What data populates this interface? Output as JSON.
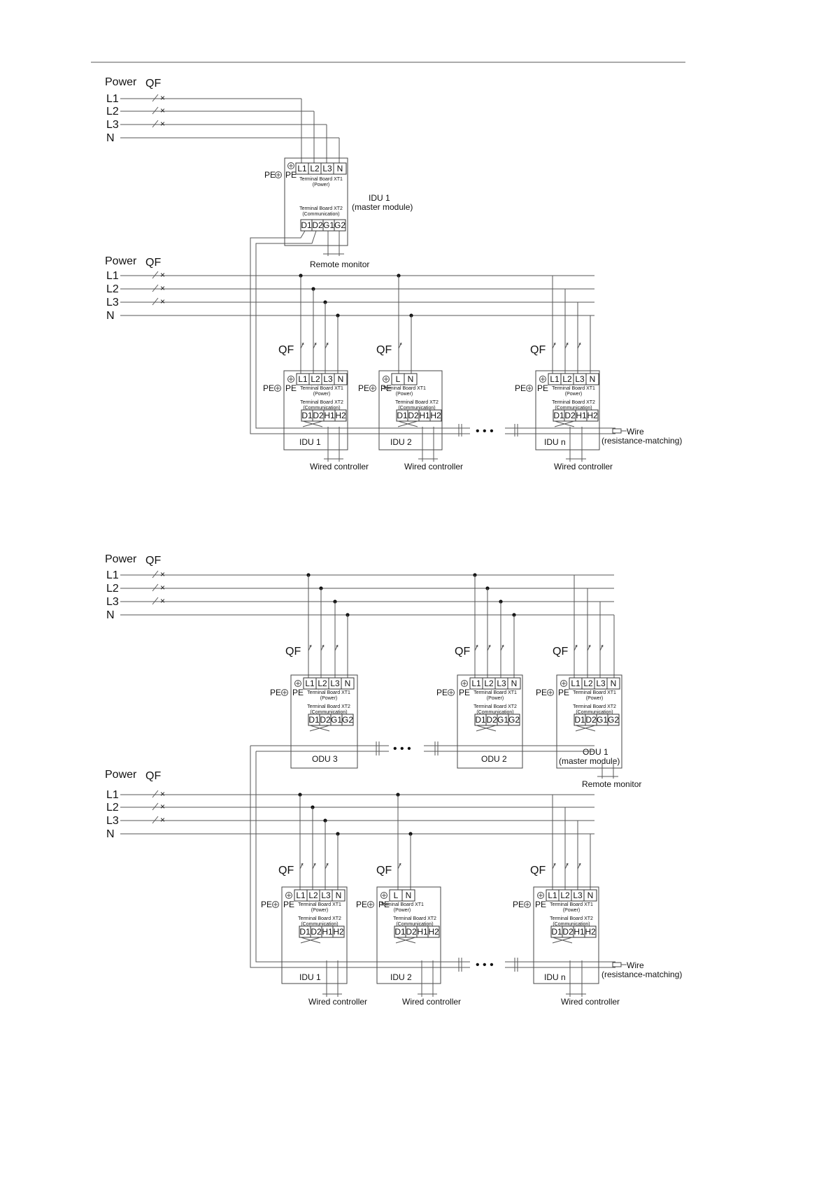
{
  "labels": {
    "power": "Power",
    "qf": "QF",
    "pe": "PE",
    "l1": "L1",
    "l2": "L2",
    "l3": "L3",
    "l": "L",
    "n": "N",
    "d1": "D1",
    "d2": "D2",
    "g1": "G1",
    "g2": "G2",
    "h1": "H1",
    "h2": "H2",
    "xt1": "Terminal Board XT1",
    "power_paren": "(Power)",
    "xt2": "Terminal Board XT2",
    "comm_paren": "(Communication)",
    "remote_monitor": "Remote monitor",
    "wired_controller": "Wired controller",
    "wire": "Wire",
    "resistance_matching": "(resistance-matching)",
    "master_module": "(master module)",
    "dots": "• • •"
  },
  "diagram1": {
    "master": {
      "name": "IDU 1"
    },
    "units": [
      {
        "name": "IDU 1",
        "power": "3-phase"
      },
      {
        "name": "IDU 2",
        "power": "1-phase"
      },
      {
        "name": "IDU n",
        "power": "3-phase"
      }
    ]
  },
  "diagram2": {
    "outdoor_units": [
      {
        "name": "ODU 3"
      },
      {
        "name": "ODU 2"
      },
      {
        "name": "ODU 1"
      }
    ],
    "units": [
      {
        "name": "IDU 1",
        "power": "3-phase"
      },
      {
        "name": "IDU 2",
        "power": "1-phase"
      },
      {
        "name": "IDU n",
        "power": "3-phase"
      }
    ]
  },
  "colors": {
    "line": "#555555",
    "text": "#111111",
    "background": "#ffffff"
  }
}
